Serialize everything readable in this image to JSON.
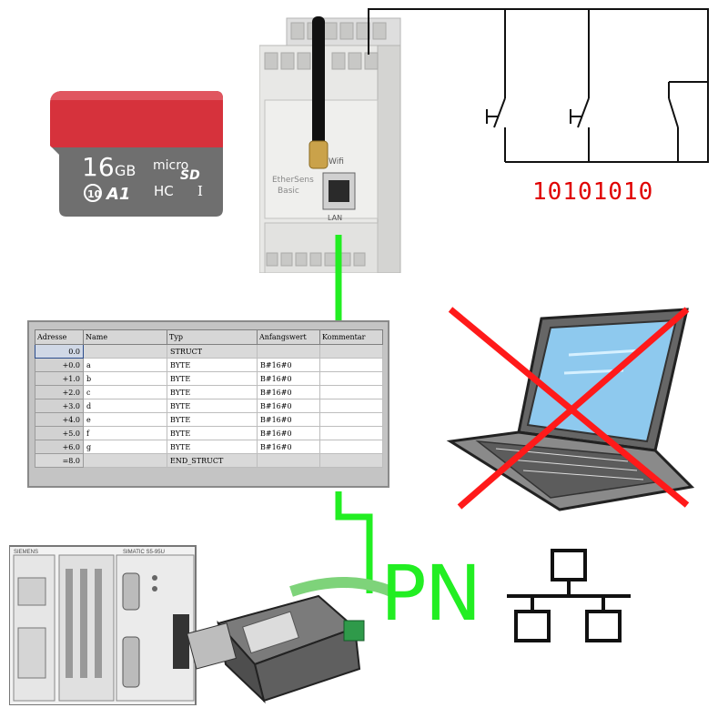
{
  "sd_card": {
    "capacity": "16",
    "unit": "GB",
    "speed_class": "10",
    "app_class": "A1",
    "brand_top": "micro",
    "brand_sd": "SD",
    "hc": "HC",
    "uhs": "I"
  },
  "module": {
    "wifi_label": "Wifi",
    "brand_line1": "EtherSens",
    "brand_line2": "Basic",
    "lan_label": "LAN"
  },
  "bit_pattern": "10101010",
  "table": {
    "headers": [
      "Adresse",
      "Name",
      "Typ",
      "Anfangswert",
      "Kommentar"
    ],
    "rows": [
      {
        "addr": "0.0",
        "name": "",
        "type": "STRUCT",
        "init": "",
        "comment": ""
      },
      {
        "addr": "+0.0",
        "name": "a",
        "type": "BYTE",
        "init": "B#16#0",
        "comment": ""
      },
      {
        "addr": "+1.0",
        "name": "b",
        "type": "BYTE",
        "init": "B#16#0",
        "comment": ""
      },
      {
        "addr": "+2.0",
        "name": "c",
        "type": "BYTE",
        "init": "B#16#0",
        "comment": ""
      },
      {
        "addr": "+3.0",
        "name": "d",
        "type": "BYTE",
        "init": "B#16#0",
        "comment": ""
      },
      {
        "addr": "+4.0",
        "name": "e",
        "type": "BYTE",
        "init": "B#16#0",
        "comment": ""
      },
      {
        "addr": "+5.0",
        "name": "f",
        "type": "BYTE",
        "init": "B#16#0",
        "comment": ""
      },
      {
        "addr": "+6.0",
        "name": "g",
        "type": "BYTE",
        "init": "B#16#0",
        "comment": ""
      },
      {
        "addr": "=8.0",
        "name": "",
        "type": "END_STRUCT",
        "init": "",
        "comment": ""
      }
    ]
  },
  "plc": {
    "vendor": "SIEMENS",
    "model": "SIMATIC S5-95U"
  },
  "pn_label": "PN",
  "colors": {
    "net_line": "#22ee22",
    "cross": "#ff1a1a",
    "bit_text": "#e00000",
    "sd_red": "#d6323c",
    "sd_gray": "#6e6e6e"
  },
  "icons": [
    "sd-card-icon",
    "ethersens-module",
    "laptop-icon",
    "network-topology-icon",
    "plc-device",
    "mpi-adapter"
  ]
}
